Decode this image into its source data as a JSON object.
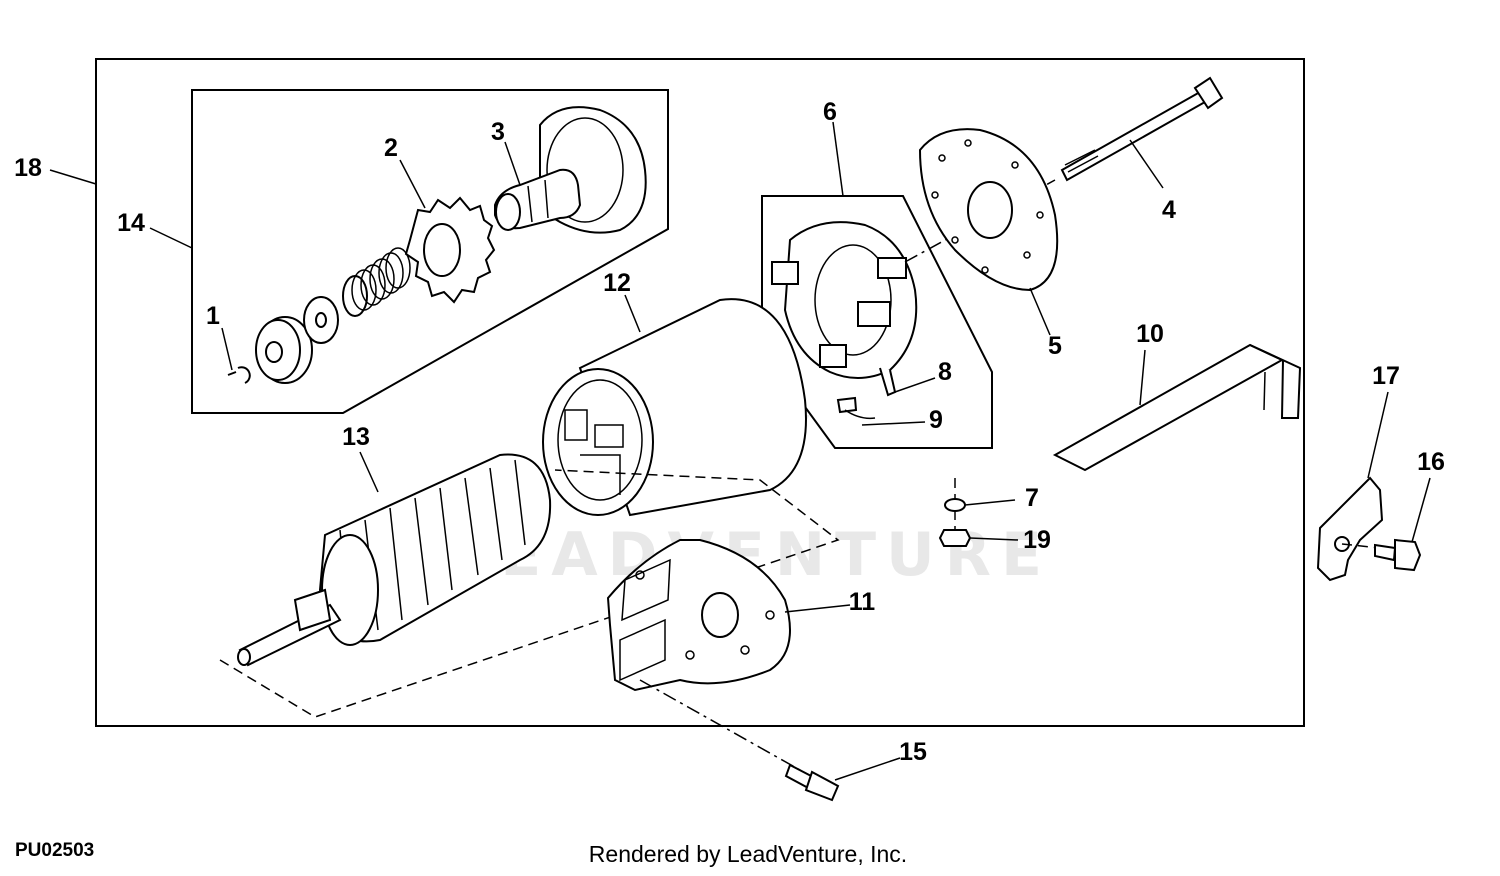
{
  "diagram_code": "PU02503",
  "credit": "Rendered by LeadVenture, Inc.",
  "watermark": "LEADVENTURE",
  "callouts": [
    "1",
    "2",
    "3",
    "4",
    "5",
    "6",
    "7",
    "8",
    "9",
    "10",
    "11",
    "12",
    "13",
    "14",
    "15",
    "16",
    "17",
    "18",
    "19"
  ]
}
